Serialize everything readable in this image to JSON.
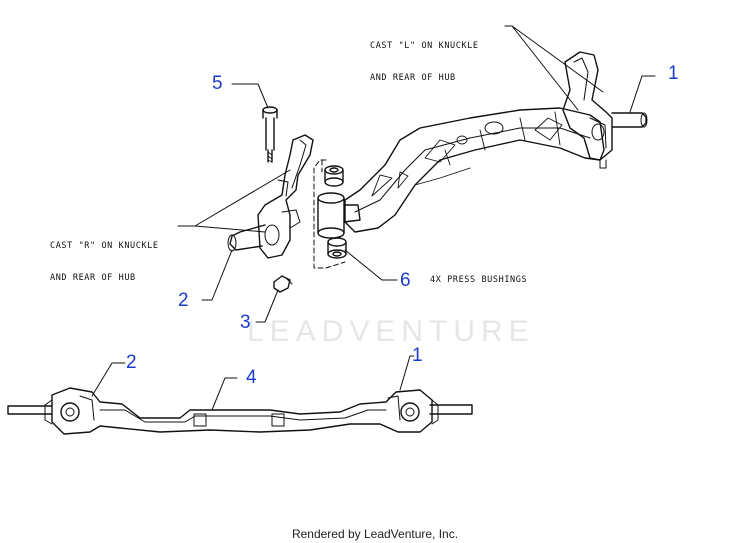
{
  "callouts": {
    "c1_top": "1",
    "c2_top": "2",
    "c3": "3",
    "c4": "4",
    "c5": "5",
    "c6": "6",
    "c1_bottom": "1",
    "c2_bottom": "2"
  },
  "notes": {
    "cast_l_line1": "CAST \"L\" ON KNUCKLE",
    "cast_l_line2": "AND REAR OF HUB",
    "cast_r_line1": "CAST \"R\" ON KNUCKLE",
    "cast_r_line2": "AND REAR OF HUB",
    "bushings": "4X PRESS BUSHINGS"
  },
  "watermark": "LEADVENTURE",
  "footer": "Rendered by LeadVenture, Inc.",
  "colors": {
    "callout": "#1a3cc8",
    "line": "#111111",
    "watermark": "#e6e6e6"
  }
}
